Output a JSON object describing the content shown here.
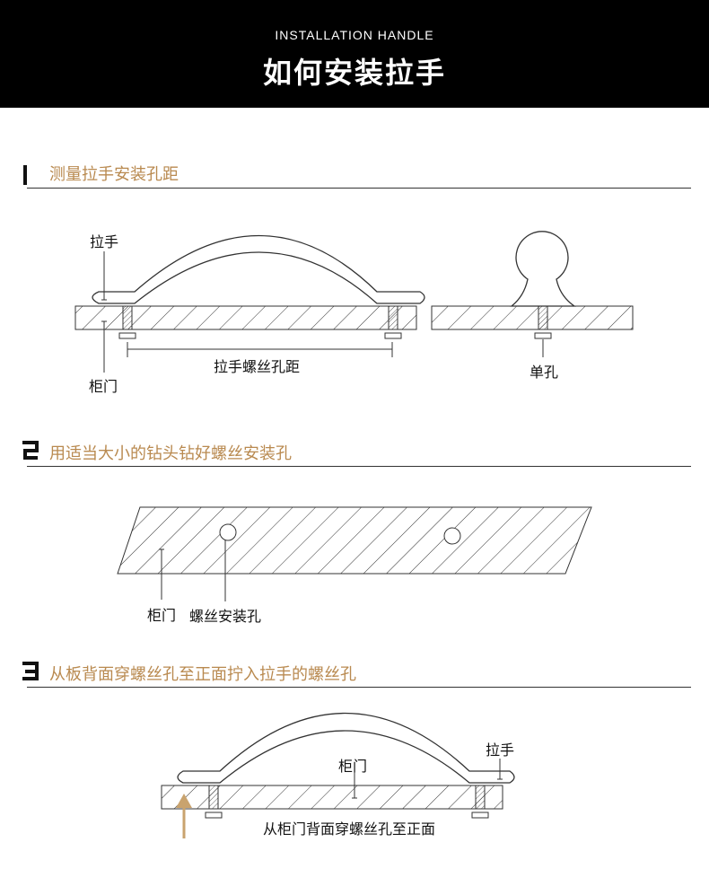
{
  "header": {
    "subtitle": "INSTALLATION HANDLE",
    "title": "如何安装拉手"
  },
  "steps": [
    {
      "number": "1",
      "title": "测量拉手安装孔距",
      "labels": {
        "handle": "拉手",
        "door": "柜门",
        "hole_distance": "拉手螺丝孔距",
        "single_hole": "单孔"
      }
    },
    {
      "number": "2",
      "title": "用适当大小的钻头钻好螺丝安装孔",
      "labels": {
        "door": "柜门",
        "screw_hole": "螺丝安装孔"
      }
    },
    {
      "number": "3",
      "title": "从板背面穿螺丝孔至正面拧入拉手的螺丝孔",
      "labels": {
        "handle": "拉手",
        "door": "柜门",
        "through": "从柜门背面穿螺丝孔至正面"
      }
    }
  ],
  "colors": {
    "header_bg": "#000000",
    "accent": "#b98a50",
    "arrow": "#c9a36e"
  }
}
